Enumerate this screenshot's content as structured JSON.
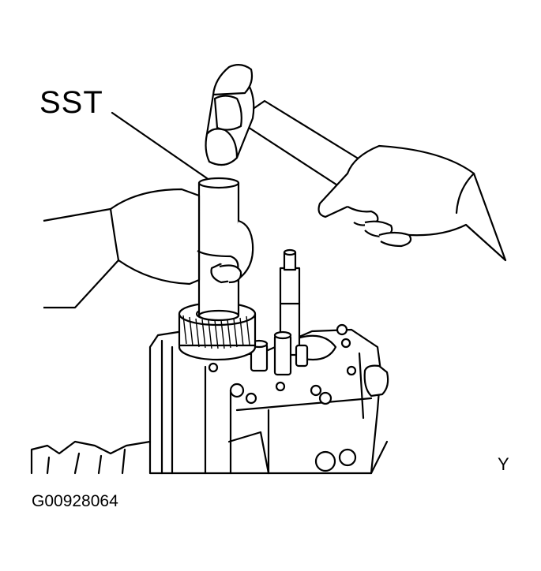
{
  "labels": {
    "tool": "SST",
    "view_mark": "Y",
    "figure_code": "G00928064"
  }
}
